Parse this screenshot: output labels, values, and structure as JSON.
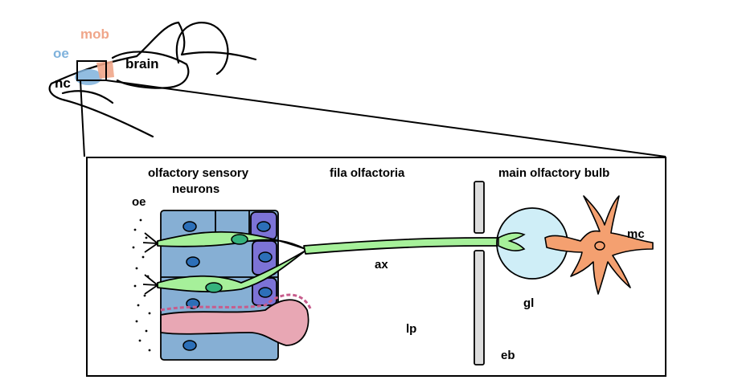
{
  "labels": {
    "mob": "mob",
    "oe_head": "oe",
    "brain": "brain",
    "nc": "nc",
    "osn_line1": "olfactory sensory",
    "osn_line2": "neurons",
    "fila": "fila olfactoria",
    "mob_full": "main olfactory bulb",
    "oe_inset": "oe",
    "ax": "ax",
    "lp": "lp",
    "gl": "gl",
    "eb": "eb",
    "mc": "mc"
  },
  "colors": {
    "mob": "#f0a68a",
    "oe": "#7fb2dc",
    "epithelium": "#86afd4",
    "nucleus": "#2c6fb8",
    "support_cell": "#7c73d6",
    "neuron": "#a6f09a",
    "neuron_nucleus": "#35b27c",
    "gland": "#e8a7b4",
    "gland_border": "#c75c8c",
    "glomerulus": "#cfeef7",
    "mitral": "#f4a070",
    "cribriform": "#dddddd"
  }
}
